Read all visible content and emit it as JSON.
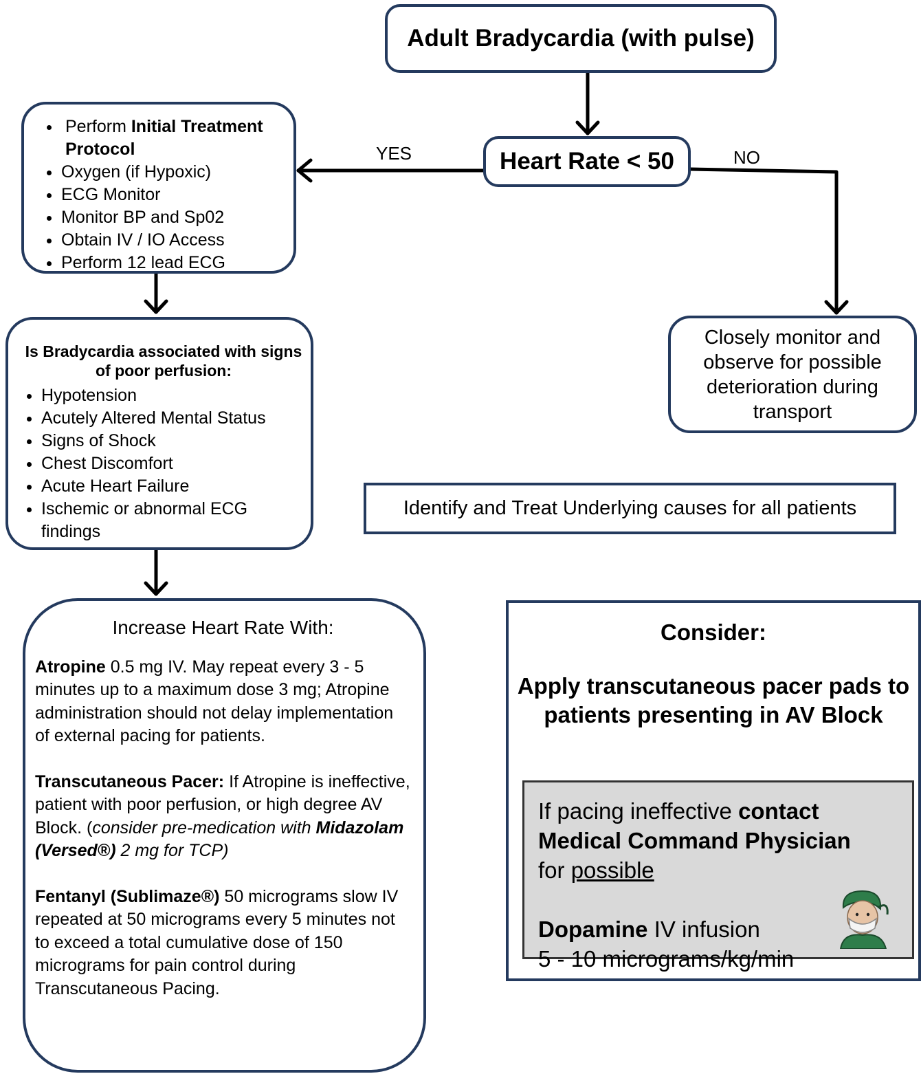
{
  "title": "Adult Bradycardia (with pulse)",
  "decision": {
    "label": "Heart Rate < 50",
    "yes": "YES",
    "no": "NO"
  },
  "initial_treatment": {
    "first_prefix": "Perform ",
    "first_bold": "Initial Treatment Protocol",
    "items": [
      "Oxygen (if Hypoxic)",
      "ECG Monitor",
      "Monitor BP and Sp02",
      "Obtain IV / IO Access",
      "Perform 12 lead ECG"
    ]
  },
  "poor_perfusion": {
    "question": "Is Bradycardia associated with signs of poor perfusion:",
    "items": [
      "Hypotension",
      "Acutely Altered Mental Status",
      "Signs of Shock",
      "Chest Discomfort",
      "Acute Heart Failure",
      "Ischemic or abnormal ECG findings"
    ]
  },
  "no_branch": "Closely monitor and observe for possible deterioration during transport",
  "identify": "Identify and Treat Underlying causes for all patients",
  "increase": {
    "heading": "Increase Heart Rate With:",
    "atropine_bold": "Atropine",
    "atropine_text": " 0.5 mg IV. May repeat every 3 - 5 minutes up to a maximum dose 3 mg; Atropine administration should not delay implementation of external pacing for patients.",
    "tcp_bold": "Transcutaneous Pacer:",
    "tcp_text": " If Atropine is ineffective, patient with poor perfusion, or high degree AV Block. (",
    "tcp_italic": "consider pre-medication with ",
    "tcp_italic_bold": "Midazolam (Versed®)",
    "tcp_italic_end": " 2 mg for TCP)",
    "fentanyl_bold": "Fentanyl (Sublimaze®)",
    "fentanyl_text": " 50 micrograms slow IV repeated at 50 micrograms every 5 minutes not to exceed a total cumulative dose of 150 micrograms for pain control during Transcutaneous Pacing."
  },
  "consider": {
    "heading": "Consider:",
    "body": "Apply transcutaneous pacer pads to patients presenting in AV Block",
    "pacing_prefix": "If pacing ineffective ",
    "pacing_bold": "contact Medical Command Physician",
    "pacing_for": "for ",
    "pacing_underline": "possible",
    "dopamine_bold": "Dopamine",
    "dopamine_text": " IV infusion",
    "dose": "5 - 10 micrograms/kg/min"
  },
  "colors": {
    "border": "#243a5e",
    "gray_panel": "#d9d9d9"
  },
  "icons": [
    "surgeon-icon"
  ]
}
